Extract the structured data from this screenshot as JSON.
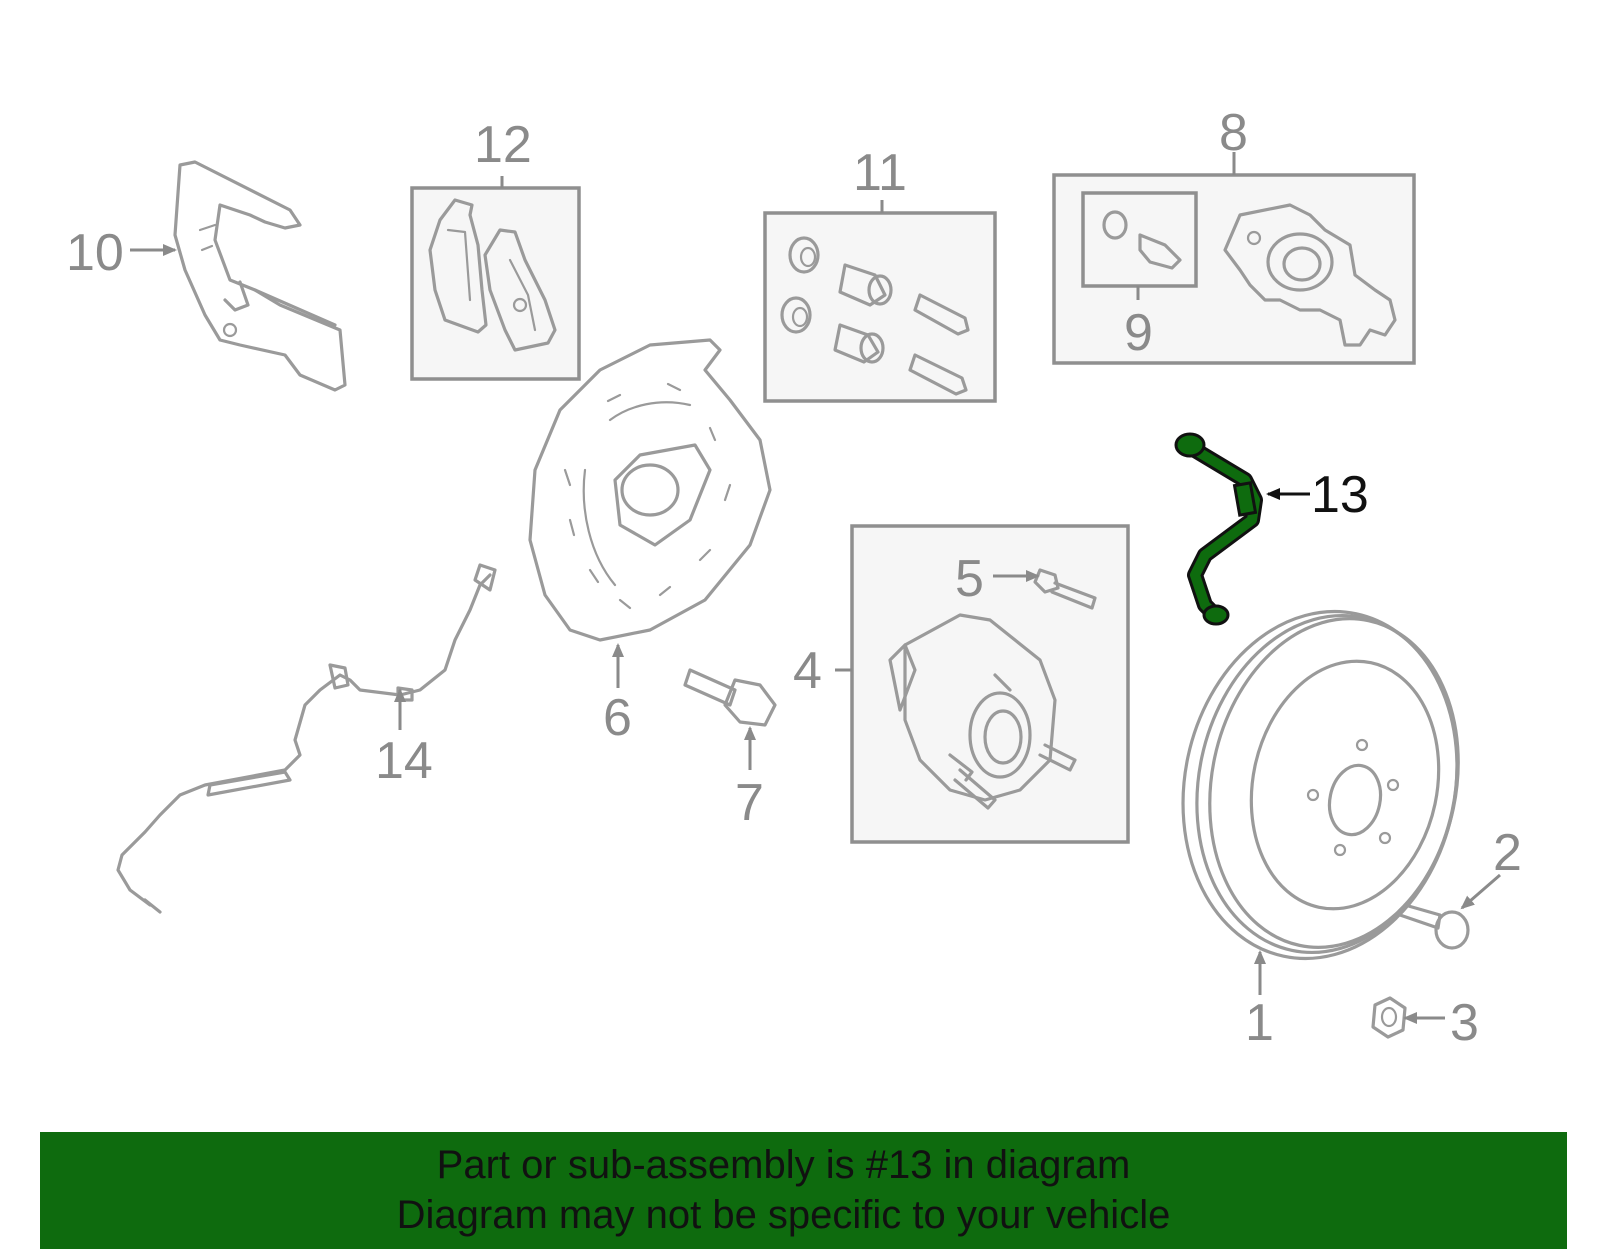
{
  "diagram": {
    "callouts": [
      "1",
      "2",
      "3",
      "4",
      "5",
      "6",
      "7",
      "8",
      "9",
      "10",
      "11",
      "12",
      "13",
      "14"
    ],
    "highlighted_part": "13",
    "highlight_color": "#0e6b0e"
  },
  "banner": {
    "line1": "Part or sub-assembly is #13 in diagram",
    "line2": "Diagram may not be specific to your vehicle",
    "background": "#0e6b0e"
  }
}
